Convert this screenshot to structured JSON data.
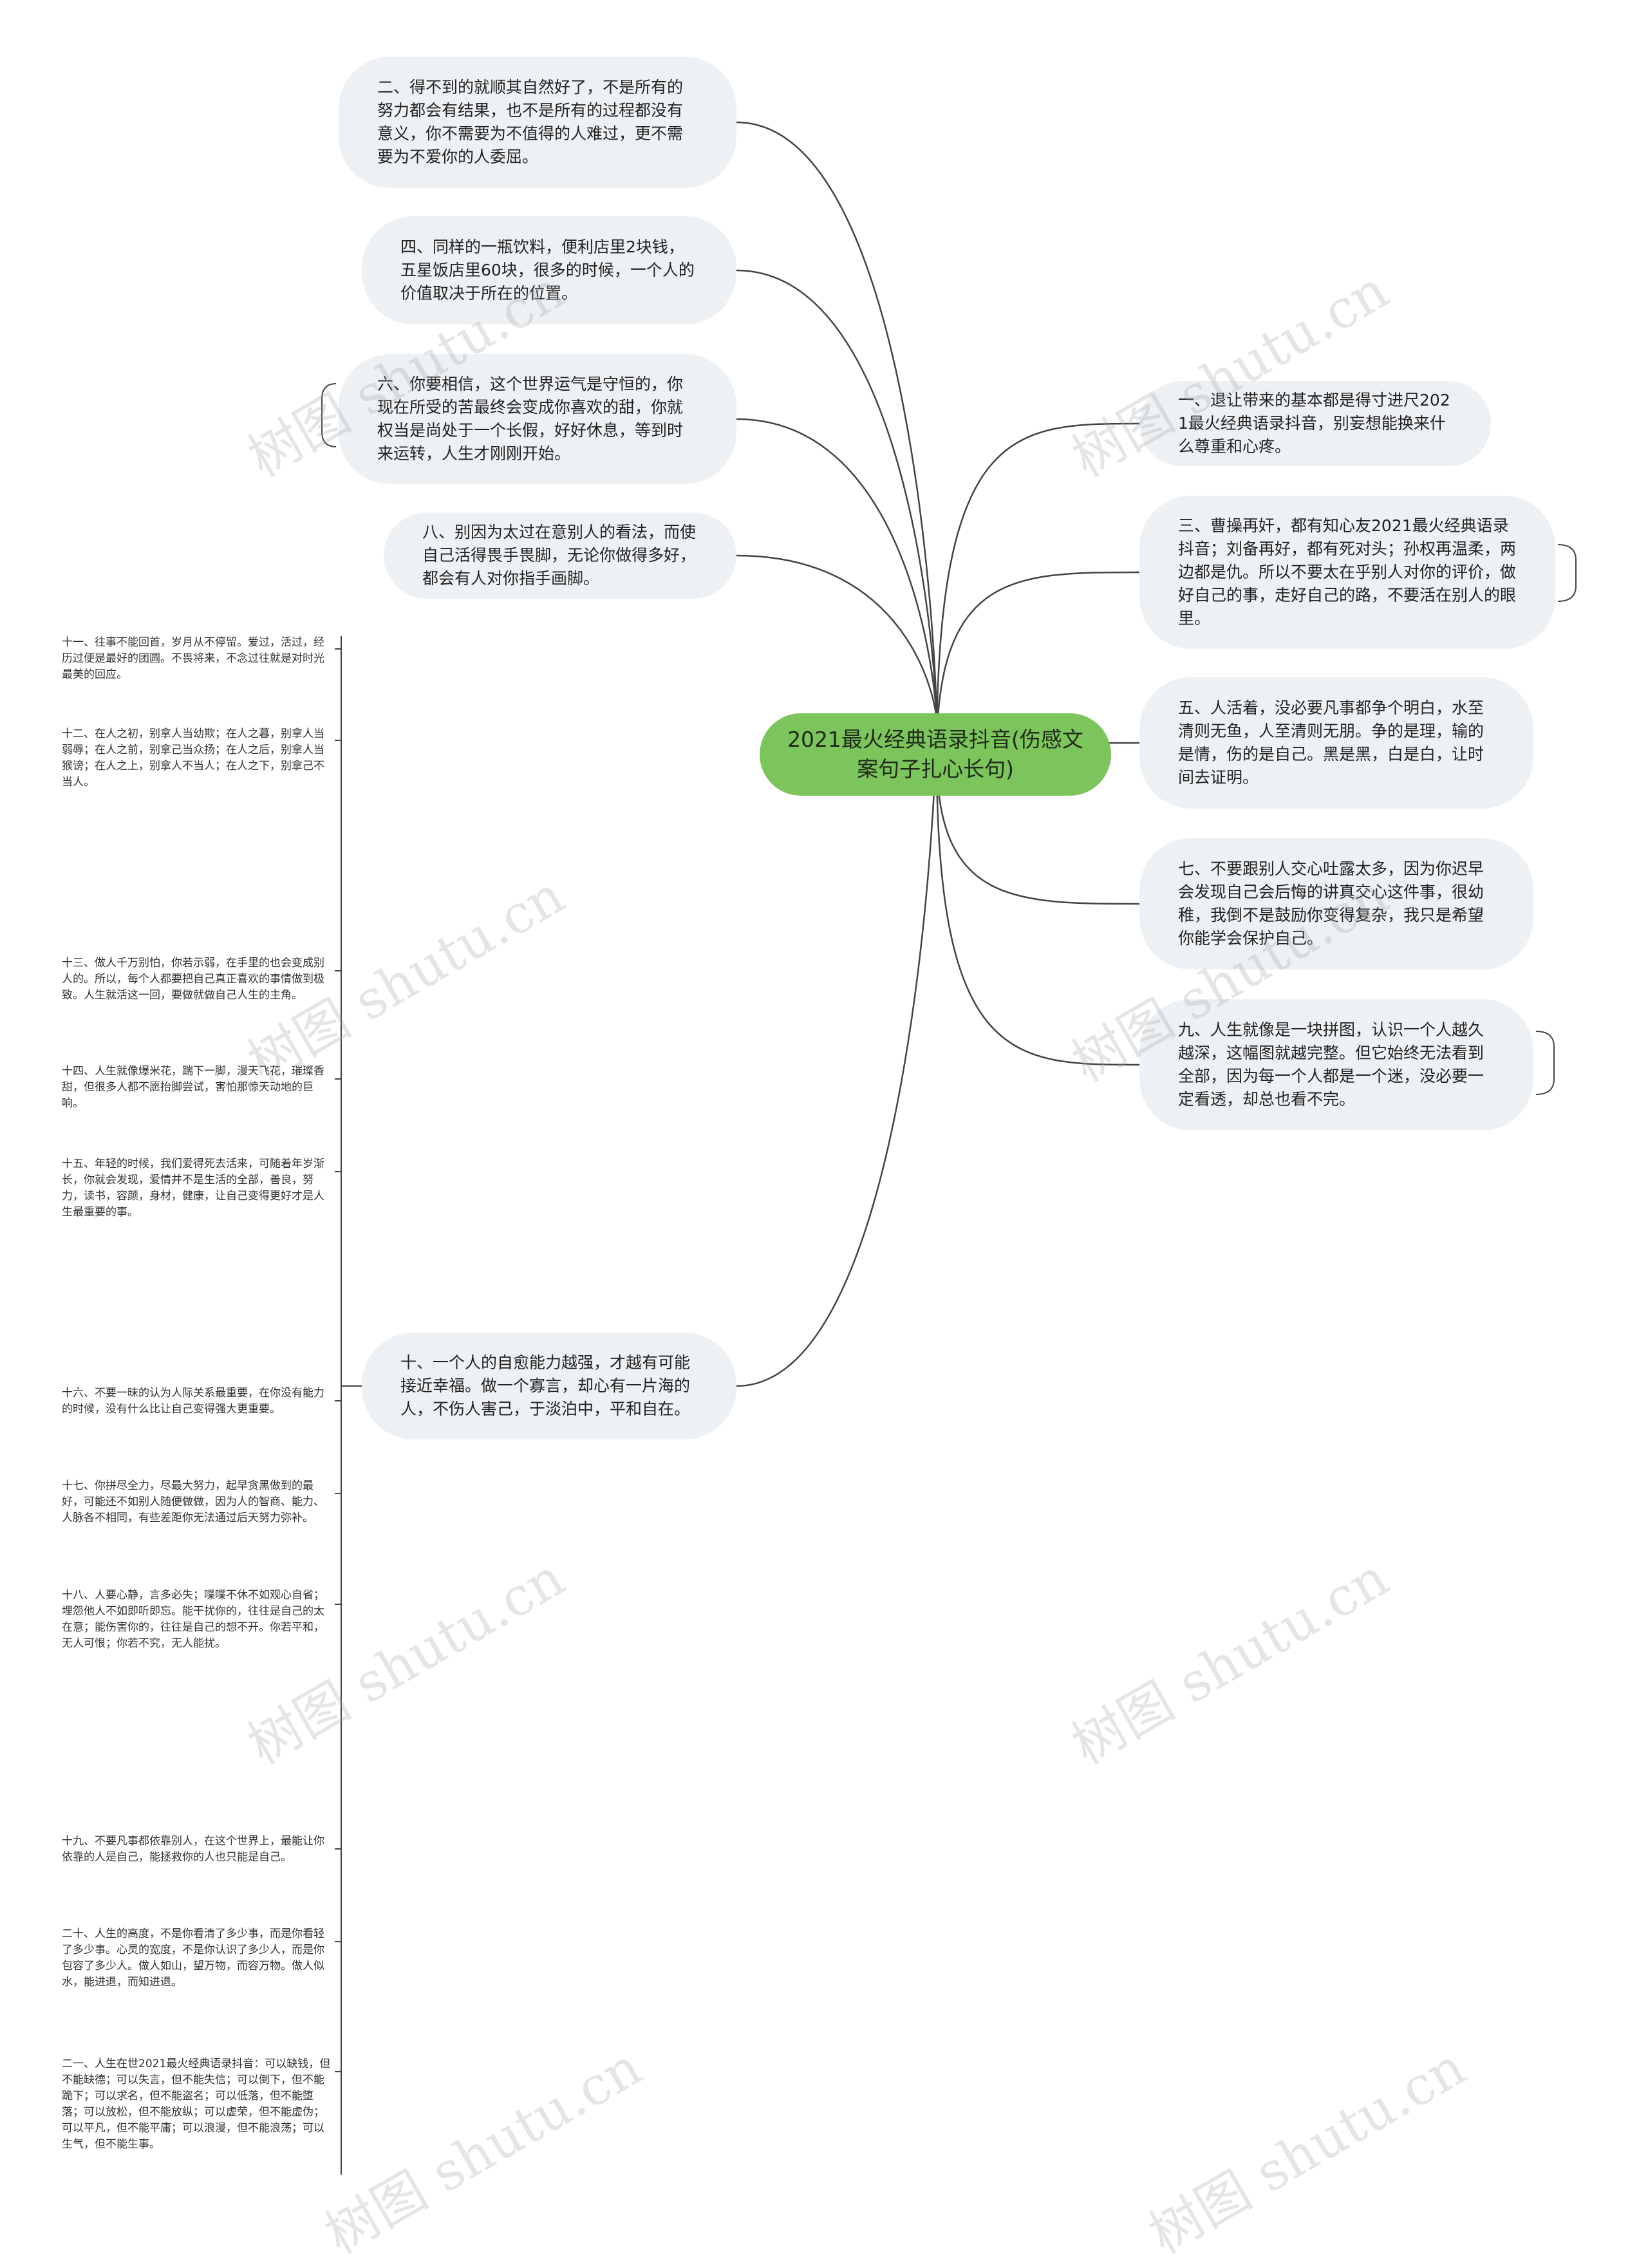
{
  "center": {
    "text": "2021最火经典语录抖音(伤感文案句子扎心长句)"
  },
  "left_nodes": [
    {
      "id": "n2",
      "text": "二、得不到的就顺其自然好了，不是所有的努力都会有结果，也不是所有的过程都没有意义，你不需要为不值得的人难过，更不需要为不爱你的人委屈。"
    },
    {
      "id": "n4",
      "text": "四、同样的一瓶饮料，便利店里2块钱，五星饭店里60块，很多的时候，一个人的价值取决于所在的位置。"
    },
    {
      "id": "n6",
      "text": "六、你要相信，这个世界运气是守恒的，你现在所受的苦最终会变成你喜欢的甜，你就权当是尚处于一个长假，好好休息，等到时来运转，人生才刚刚开始。"
    },
    {
      "id": "n8",
      "text": "八、别因为太过在意别人的看法，而使自己活得畏手畏脚，无论你做得多好，都会有人对你指手画脚。"
    },
    {
      "id": "n10",
      "text": "十、一个人的自愈能力越强，才越有可能接近幸福。做一个寡言，却心有一片海的人，不伤人害己，于淡泊中，平和自在。"
    }
  ],
  "right_nodes": [
    {
      "id": "n1",
      "text": "一、退让带来的基本都是得寸进尺2021最火经典语录抖音，别妄想能换来什么尊重和心疼。"
    },
    {
      "id": "n3",
      "text": "三、曹操再奸，都有知心友2021最火经典语录抖音；刘备再好，都有死对头；孙权再温柔，两边都是仇。所以不要太在乎别人对你的评价，做好自己的事，走好自己的路，不要活在别人的眼里。"
    },
    {
      "id": "n5",
      "text": "五、人活着，没必要凡事都争个明白，水至清则无鱼，人至清则无朋。争的是理，输的是情，伤的是自己。黑是黑，白是白，让时间去证明。"
    },
    {
      "id": "n7",
      "text": "七、不要跟别人交心吐露太多，因为你迟早会发现自己会后悔的讲真交心这件事，很幼稚，我倒不是鼓励你变得复杂，我只是希望你能学会保护自己。"
    },
    {
      "id": "n9",
      "text": "九、人生就像是一块拼图，认识一个人越久越深，这幅图就越完整。但它始终无法看到全部，因为每一个人都是一个迷，没必要一定看透，却总也看不完。"
    }
  ],
  "leaves": [
    {
      "id": "l11",
      "text": "十一、往事不能回首，岁月从不停留。爱过，活过，经历过便是最好的团圆。不畏将来，不念过往就是对时光最美的回应。"
    },
    {
      "id": "l12",
      "text": "十二、在人之初，别拿人当幼欺；在人之暮，别拿人当弱辱；在人之前，别拿己当众扬；在人之后，别拿人当猴谤；在人之上，别拿人不当人；在人之下，别拿己不当人。"
    },
    {
      "id": "l13",
      "text": "十三、做人千万别怕，你若示弱，在手里的也会变成别人的。所以，每个人都要把自己真正喜欢的事情做到极致。人生就活这一回，要做就做自己人生的主角。"
    },
    {
      "id": "l14",
      "text": "十四、人生就像爆米花，踹下一脚，漫天飞花，璀璨香甜，但很多人都不愿抬脚尝试，害怕那惊天动地的巨响。"
    },
    {
      "id": "l15",
      "text": "十五、年轻的时候，我们爱得死去活来，可随着年岁渐长，你就会发现，爱情并不是生活的全部，善良，努力，读书，容颜，身材，健康，让自己变得更好才是人生最重要的事。"
    },
    {
      "id": "l16",
      "text": "十六、不要一昧的认为人际关系最重要，在你没有能力的时候，没有什么比让自己变得强大更重要。"
    },
    {
      "id": "l17",
      "text": "十七、你拼尽全力，尽最大努力，起早贪黑做到的最好，可能还不如别人随便做做，因为人的智商、能力、人脉各不相同，有些差距你无法通过后天努力弥补。"
    },
    {
      "id": "l18",
      "text": "十八、人要心静，言多必失；喋喋不休不如观心自省；埋怨他人不如即听即忘。能干扰你的，往往是自己的太在意；能伤害你的，往往是自己的想不开。你若平和，无人可恨；你若不究，无人能扰。"
    },
    {
      "id": "l19",
      "text": "十九、不要凡事都依靠别人，在这个世界上，最能让你依靠的人是自己，能拯救你的人也只能是自己。"
    },
    {
      "id": "l20",
      "text": "二十、人生的高度，不是你看清了多少事，而是你看轻了多少事。心灵的宽度，不是你认识了多少人，而是你包容了多少人。做人如山，望万物，而容万物。做人似水，能进退，而知进退。"
    },
    {
      "id": "l21",
      "text": "二一、人生在世2021最火经典语录抖音：可以缺钱，但不能缺德；可以失言，但不能失信；可以倒下，但不能跪下；可以求名，但不能盗名；可以低落，但不能堕落；可以放松，但不能放纵；可以虚荣，但不能虚伪；可以平凡，但不能平庸；可以浪漫，但不能浪荡；可以生气，但不能生事。"
    }
  ],
  "watermark": "树图 shutu.cn",
  "colors": {
    "center_fill": "#7cc45c",
    "node_fill": "#eef1f4",
    "link": "#444444"
  }
}
